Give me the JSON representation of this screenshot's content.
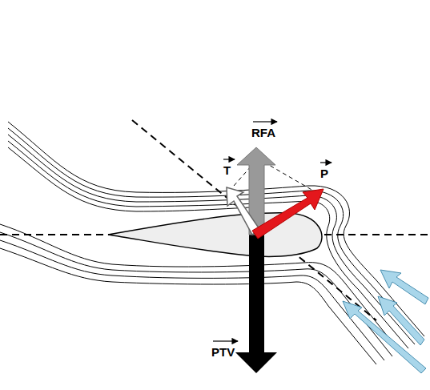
{
  "diagram": {
    "labels": [
      "RFA",
      "T",
      "P",
      "PTV"
    ]
  }
}
